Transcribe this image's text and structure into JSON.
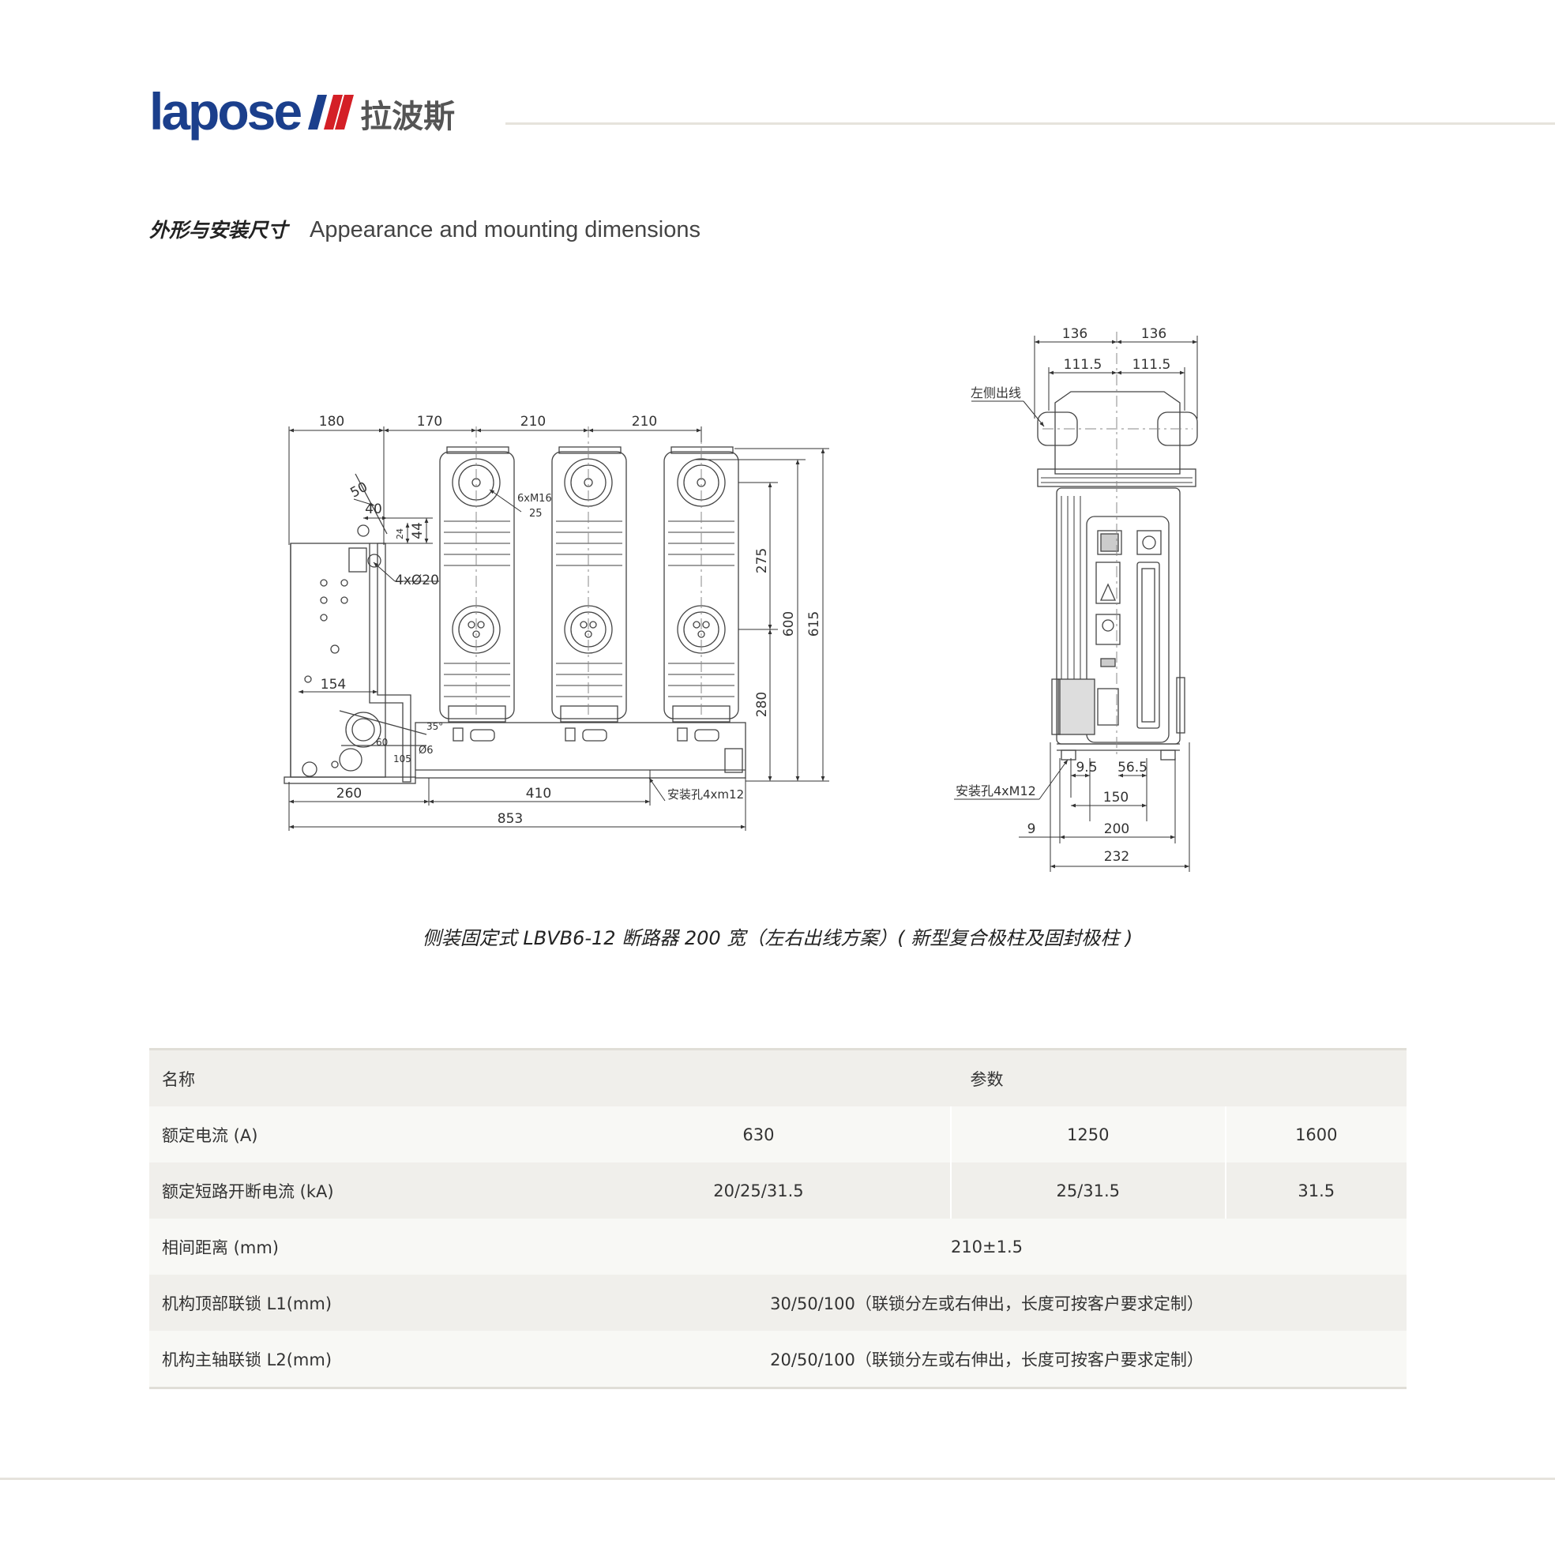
{
  "brand": {
    "wordmark": "lapose",
    "cn_name": "拉波斯",
    "colors": {
      "blue": "#1b3f8c",
      "red": "#d41f26",
      "gray": "#555555"
    }
  },
  "section": {
    "title_cn": "外形与安装尺寸",
    "title_en": "Appearance and mounting dimensions"
  },
  "drawing": {
    "front_view": {
      "dims": {
        "d180": "180",
        "d170": "170",
        "d210a": "210",
        "d210b": "210",
        "d50": "50",
        "d40": "40",
        "d24": "24",
        "d44": "44",
        "d275": "275",
        "d600": "600",
        "d615": "615",
        "d280": "280",
        "d154": "154",
        "d35": "35°",
        "d60": "60",
        "d105": "105",
        "d260": "260",
        "d410": "410",
        "d853": "853"
      },
      "notes": {
        "thread": "6xM16",
        "depth": "25",
        "holes": "4xØ20",
        "phi6": "Ø6",
        "mount_hole": "安装孔4xm12"
      }
    },
    "side_view": {
      "dims": {
        "top136a": "136",
        "top136b": "136",
        "top111a": "111.5",
        "top111b": "111.5",
        "d95": "9.5",
        "d565": "56.5",
        "d150": "150",
        "d9": "9",
        "d200": "200",
        "d232": "232"
      },
      "notes": {
        "left_outlet": "左侧出线",
        "mount_hole": "安装孔4xM12"
      }
    }
  },
  "caption": "侧装固定式 LBVB6-12 断路器 200 宽（左右出线方案）( 新型复合极柱及固封极柱 )",
  "table": {
    "header": {
      "name": "名称",
      "params": "参数"
    },
    "rows": [
      {
        "name": "额定电流 (A)",
        "values": [
          "630",
          "1250",
          "1600"
        ]
      },
      {
        "name": "额定短路开断电流 (kA)",
        "values": [
          "20/25/31.5",
          "25/31.5",
          "31.5"
        ]
      },
      {
        "name": "相间距离 (mm)",
        "value": "210±1.5"
      },
      {
        "name": "机构顶部联锁 L1(mm)",
        "value": "30/50/100（联锁分左或右伸出，长度可按客户要求定制）"
      },
      {
        "name": "机构主轴联锁 L2(mm)",
        "value": "20/50/100（联锁分左或右伸出，长度可按客户要求定制）"
      }
    ]
  }
}
